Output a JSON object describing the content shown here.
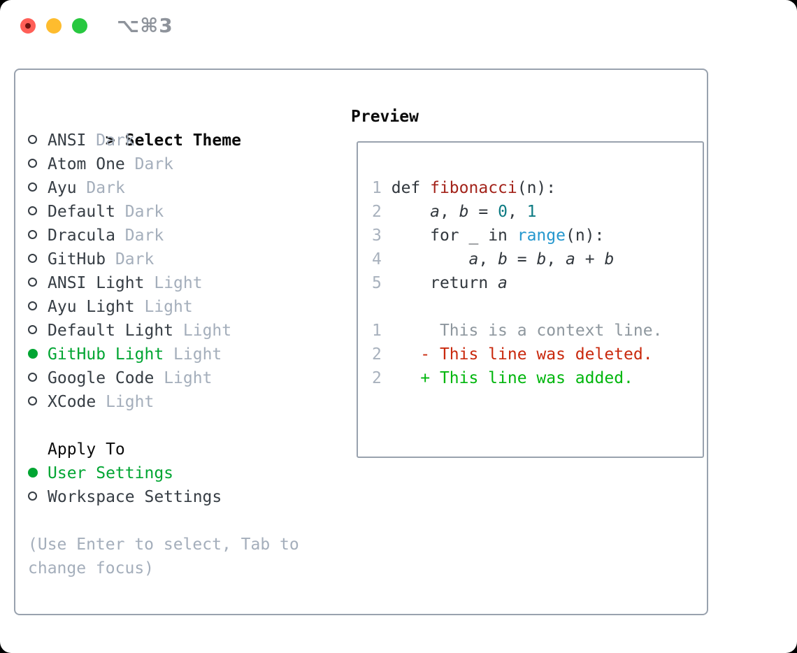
{
  "titlebar": {
    "title": "⌥⌘3",
    "buttons": [
      "close",
      "minimize",
      "zoom"
    ]
  },
  "theme_selector": {
    "focus_prefix": ">",
    "header": "Select Theme",
    "items": [
      {
        "name": "ANSI",
        "variant": "Dark",
        "selected": false
      },
      {
        "name": "Atom One",
        "variant": "Dark",
        "selected": false
      },
      {
        "name": "Ayu",
        "variant": "Dark",
        "selected": false
      },
      {
        "name": "Default",
        "variant": "Dark",
        "selected": false
      },
      {
        "name": "Dracula",
        "variant": "Dark",
        "selected": false
      },
      {
        "name": "GitHub",
        "variant": "Dark",
        "selected": false
      },
      {
        "name": "ANSI Light",
        "variant": "Light",
        "selected": false
      },
      {
        "name": "Ayu Light",
        "variant": "Light",
        "selected": false
      },
      {
        "name": "Default Light",
        "variant": "Light",
        "selected": false
      },
      {
        "name": "GitHub Light",
        "variant": "Light",
        "selected": true
      },
      {
        "name": "Google Code",
        "variant": "Light",
        "selected": false
      },
      {
        "name": "XCode",
        "variant": "Light",
        "selected": false
      }
    ]
  },
  "apply_to": {
    "header": "Apply To",
    "options": [
      {
        "label": "User Settings",
        "selected": true
      },
      {
        "label": "Workspace Settings",
        "selected": false
      }
    ]
  },
  "help_text": "(Use Enter to select, Tab to change focus)",
  "preview": {
    "title": "Preview",
    "code_lines": [
      {
        "num": "1",
        "tokens": [
          {
            "text": "def ",
            "style": "fg"
          },
          {
            "text": "fibonacci",
            "style": "func"
          },
          {
            "text": "(n):",
            "style": "fg"
          }
        ]
      },
      {
        "num": "2",
        "tokens": [
          {
            "text": "    ",
            "style": "fg"
          },
          {
            "text": "a",
            "style": "var"
          },
          {
            "text": ", ",
            "style": "fg"
          },
          {
            "text": "b",
            "style": "var"
          },
          {
            "text": " = ",
            "style": "fg"
          },
          {
            "text": "0",
            "style": "num"
          },
          {
            "text": ", ",
            "style": "fg"
          },
          {
            "text": "1",
            "style": "num"
          }
        ]
      },
      {
        "num": "3",
        "tokens": [
          {
            "text": "    for _ in ",
            "style": "fg"
          },
          {
            "text": "range",
            "style": "builtin"
          },
          {
            "text": "(n):",
            "style": "fg"
          }
        ]
      },
      {
        "num": "4",
        "tokens": [
          {
            "text": "        ",
            "style": "fg"
          },
          {
            "text": "a",
            "style": "var"
          },
          {
            "text": ", ",
            "style": "fg"
          },
          {
            "text": "b",
            "style": "var"
          },
          {
            "text": " = ",
            "style": "fg"
          },
          {
            "text": "b",
            "style": "var"
          },
          {
            "text": ", ",
            "style": "fg"
          },
          {
            "text": "a",
            "style": "var"
          },
          {
            "text": " + ",
            "style": "fg"
          },
          {
            "text": "b",
            "style": "var"
          }
        ]
      },
      {
        "num": "5",
        "tokens": [
          {
            "text": "    return ",
            "style": "fg"
          },
          {
            "text": "a",
            "style": "var"
          }
        ]
      }
    ],
    "diff_lines": [
      {
        "num": "1",
        "indent": "      ",
        "marker": "",
        "text": "This is a context line.",
        "kind": "context"
      },
      {
        "num": "2",
        "indent": "    ",
        "marker": "- ",
        "text": "This line was deleted.",
        "kind": "deleted"
      },
      {
        "num": "2",
        "indent": "    ",
        "marker": "+ ",
        "text": "This line was added.",
        "kind": "added"
      }
    ]
  },
  "colors": {
    "traffic_red": "#FF5F57",
    "traffic_red_dot": "#6E1410",
    "traffic_yellow": "#FEBC2E",
    "traffic_green": "#28C840",
    "title_gray": "#8E939B",
    "panel_border": "#99A2AE",
    "text_dark": "#363D44",
    "text_black": "#0A0A0A",
    "muted": "#A4AEBB",
    "selected_green": "#00A532",
    "line_number": "#A8B1BD",
    "code_fg": "#31373D",
    "func_red": "#A3231A",
    "number_teal": "#0E7B83",
    "builtin_blue": "#2497CE",
    "context_gray": "#8E979E",
    "deleted_red": "#C9290D",
    "added_green": "#00B60D"
  }
}
